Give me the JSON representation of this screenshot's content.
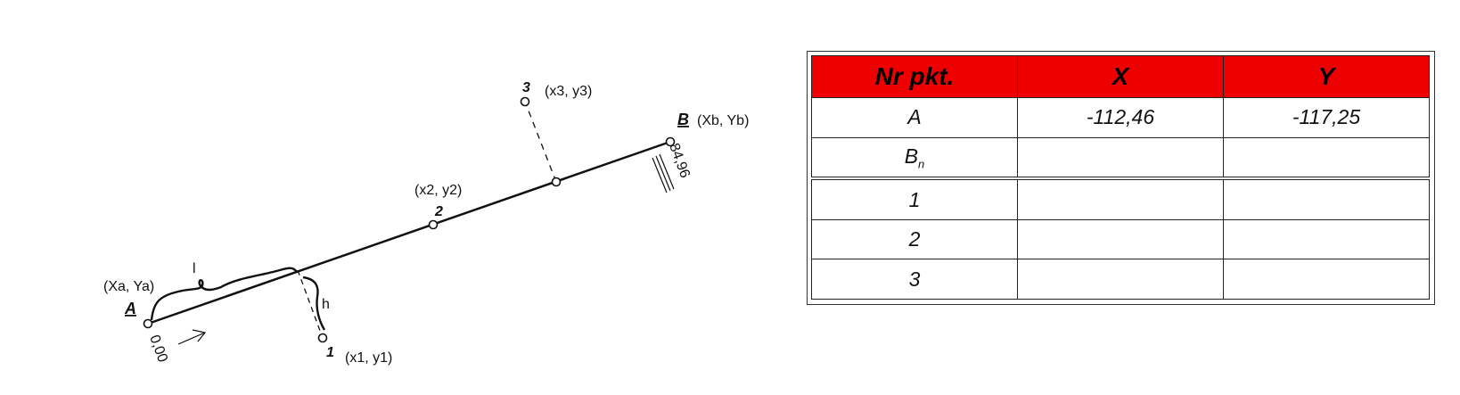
{
  "diagram": {
    "point_A": {
      "letter": "A",
      "coords": "(Xa, Ya)",
      "chainage": "0,00"
    },
    "point_B": {
      "letter": "B",
      "coords": "(Xb, Yb)",
      "distance": "84,96"
    },
    "point_1": {
      "number": "1",
      "coords": "(x1, y1)"
    },
    "point_2": {
      "number": "2",
      "coords": "(x2, y2)"
    },
    "point_3": {
      "number": "3",
      "coords": "(x3, y3)"
    },
    "label_l": "l",
    "label_h": "h"
  },
  "table": {
    "headers": [
      "Nr pkt.",
      "X",
      "Y"
    ],
    "rows": [
      {
        "point": "A",
        "x": "-112,46",
        "y": "-117,25"
      },
      {
        "point": "B",
        "sub": "n",
        "x": "",
        "y": ""
      },
      {
        "point": "1",
        "x": "",
        "y": ""
      },
      {
        "point": "2",
        "x": "",
        "y": ""
      },
      {
        "point": "3",
        "x": "",
        "y": ""
      }
    ],
    "header_color": "#ee0000"
  }
}
